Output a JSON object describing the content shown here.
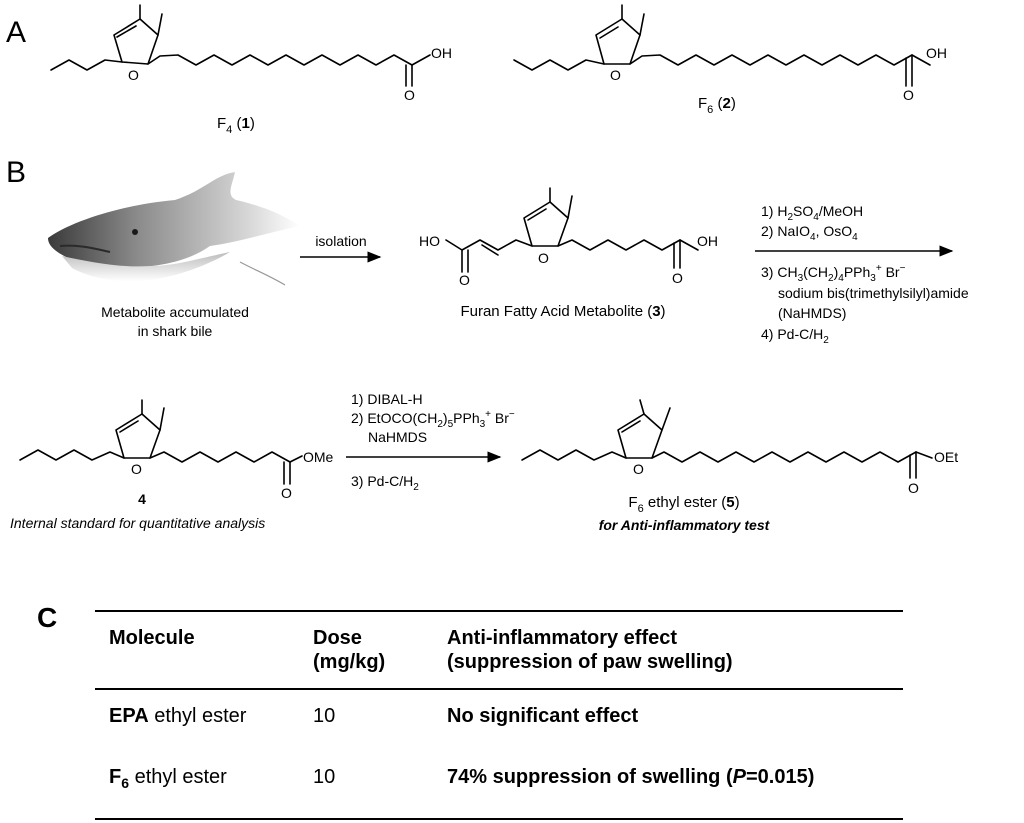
{
  "panels": {
    "a": {
      "letter": "A"
    },
    "b": {
      "letter": "B"
    },
    "c": {
      "letter": "C"
    }
  },
  "compounds": {
    "f4": {
      "label": "F",
      "sub": "4",
      "num_open": " (",
      "num": "1",
      "num_close": ")"
    },
    "f6": {
      "label": "F",
      "sub": "6",
      "num_open": " (",
      "num": "2",
      "num_close": ")"
    },
    "metabolite": {
      "label": "Furan Fatty Acid Metabolite (",
      "num": "3",
      "close": ")"
    },
    "standard": {
      "num": "4",
      "caption": "Internal standard for quantitative analysis"
    },
    "ester": {
      "label_pre": "F",
      "sub": "6",
      "label_post": " ethyl ester (",
      "num": "5",
      "close": ")",
      "caption": "for Anti-inflammatory test"
    }
  },
  "atoms": {
    "oh": "OH",
    "ho": "HO",
    "o": "O",
    "ome": "OMe",
    "oet": "OEt"
  },
  "shark_caption": {
    "line1": "Metabolite accumulated",
    "line2": "in shark bile"
  },
  "step_isolation": "isolation",
  "conditions_1": {
    "l1": "1) H",
    "l1_sub1": "2",
    "l1_b": "SO",
    "l1_sub2": "4",
    "l1_c": "/MeOH",
    "l2": "2) NaIO",
    "l2_sub": "4",
    "l2_b": ", OsO",
    "l2_sub2": "4",
    "l3": "3) CH",
    "l3_sub1": "3",
    "l3_b": "(CH",
    "l3_sub2": "2",
    "l3_c": ")",
    "l3_sub3": "4",
    "l3_d": "PPh",
    "l3_sub4": "3",
    "l3_sup": "+",
    "l3_e": " Br",
    "l3_sup2": "−",
    "l4": "sodium bis(trimethylsilyl)amide",
    "l5": "(NaHMDS)",
    "l6": "4) Pd-C/H",
    "l6_sub": "2"
  },
  "conditions_2": {
    "l1": "1) DIBAL-H",
    "l2": "2) EtOCO(CH",
    "l2_sub1": "2",
    "l2_b": ")",
    "l2_sub2": "5",
    "l2_c": "PPh",
    "l2_sub3": "3",
    "l2_sup": "+",
    "l2_d": " Br",
    "l2_sup2": "−",
    "l3": "NaHMDS",
    "l4": "3) Pd-C/H",
    "l4_sub": "2"
  },
  "table": {
    "headers": {
      "molecule": "Molecule",
      "dose_1": "Dose",
      "dose_2": "(mg/kg)",
      "effect_1": "Anti-inflammatory effect",
      "effect_2": "(suppression of paw swelling)"
    },
    "rows": [
      {
        "molecule_bold": "EPA",
        "molecule_rest": " ethyl ester",
        "dose": "10",
        "effect": "No significant effect"
      },
      {
        "molecule_bold": "F",
        "molecule_sub": "6",
        "molecule_rest": "  ethyl ester",
        "dose": "10",
        "effect_a": "74% suppression of swelling (",
        "effect_p": "P",
        "effect_b": "=0.015)"
      }
    ]
  }
}
